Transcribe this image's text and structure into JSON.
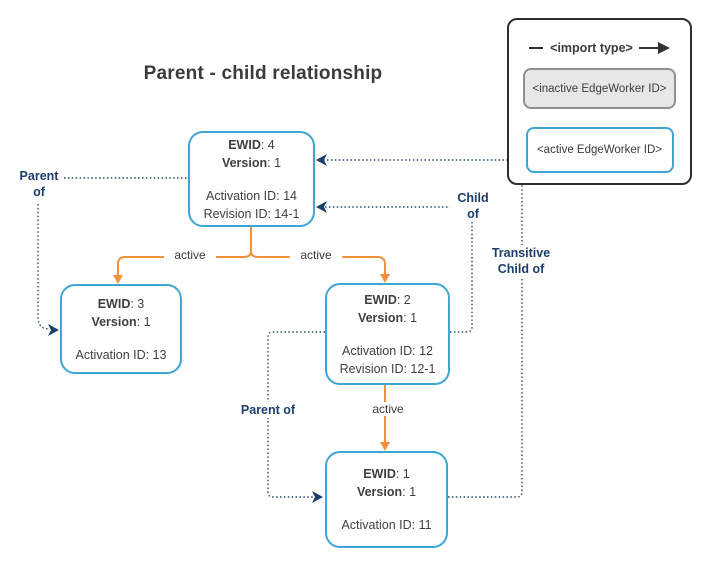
{
  "title": "Parent - child relationship",
  "legend": {
    "import_type_label": "<import type>",
    "items": [
      {
        "label": "<inactive EdgeWorker ID>",
        "style": "inactive"
      },
      {
        "label": "<active EdgeWorker ID>",
        "style": "active"
      }
    ]
  },
  "nodes": [
    {
      "id": "ewid-4",
      "rows": [
        {
          "b": "EWID",
          "r": ": 4"
        },
        {
          "b": "Version",
          "r": ": 1"
        }
      ],
      "details": [
        "Activation ID: 14",
        "Revision ID: 14-1"
      ]
    },
    {
      "id": "ewid-3",
      "rows": [
        {
          "b": "EWID",
          "r": ": 3"
        },
        {
          "b": "Version",
          "r": ": 1"
        }
      ],
      "details": [
        "Activation ID: 13"
      ]
    },
    {
      "id": "ewid-2",
      "rows": [
        {
          "b": "EWID",
          "r": ": 2"
        },
        {
          "b": "Version",
          "r": ": 1"
        }
      ],
      "details": [
        "Activation ID: 12",
        "Revision ID: 12-1"
      ]
    },
    {
      "id": "ewid-1",
      "rows": [
        {
          "b": "EWID",
          "r": ": 1"
        },
        {
          "b": "Version",
          "r": ": 1"
        }
      ],
      "details": [
        "Activation ID: 11"
      ]
    }
  ],
  "edge_labels": {
    "parent_of_left_line1": "Parent",
    "parent_of_left_line2": "of",
    "child_of_line1": "Child",
    "child_of_line2": "of",
    "transitive_line1": "Transitive",
    "transitive_line2": "Child of",
    "parent_of_bottom": "Parent of",
    "active_left": "active",
    "active_right": "active",
    "active_bottom": "active"
  },
  "colors": {
    "node_border": "#3fa5d5",
    "import_arrow_orange": "#f0923b",
    "relationship_navy": "#1b3e6d",
    "text": "#3b3b3b",
    "legend_border": "#2e2e2e",
    "inactive_fill": "#e7e7e7",
    "inactive_border": "#8f8f8f"
  }
}
